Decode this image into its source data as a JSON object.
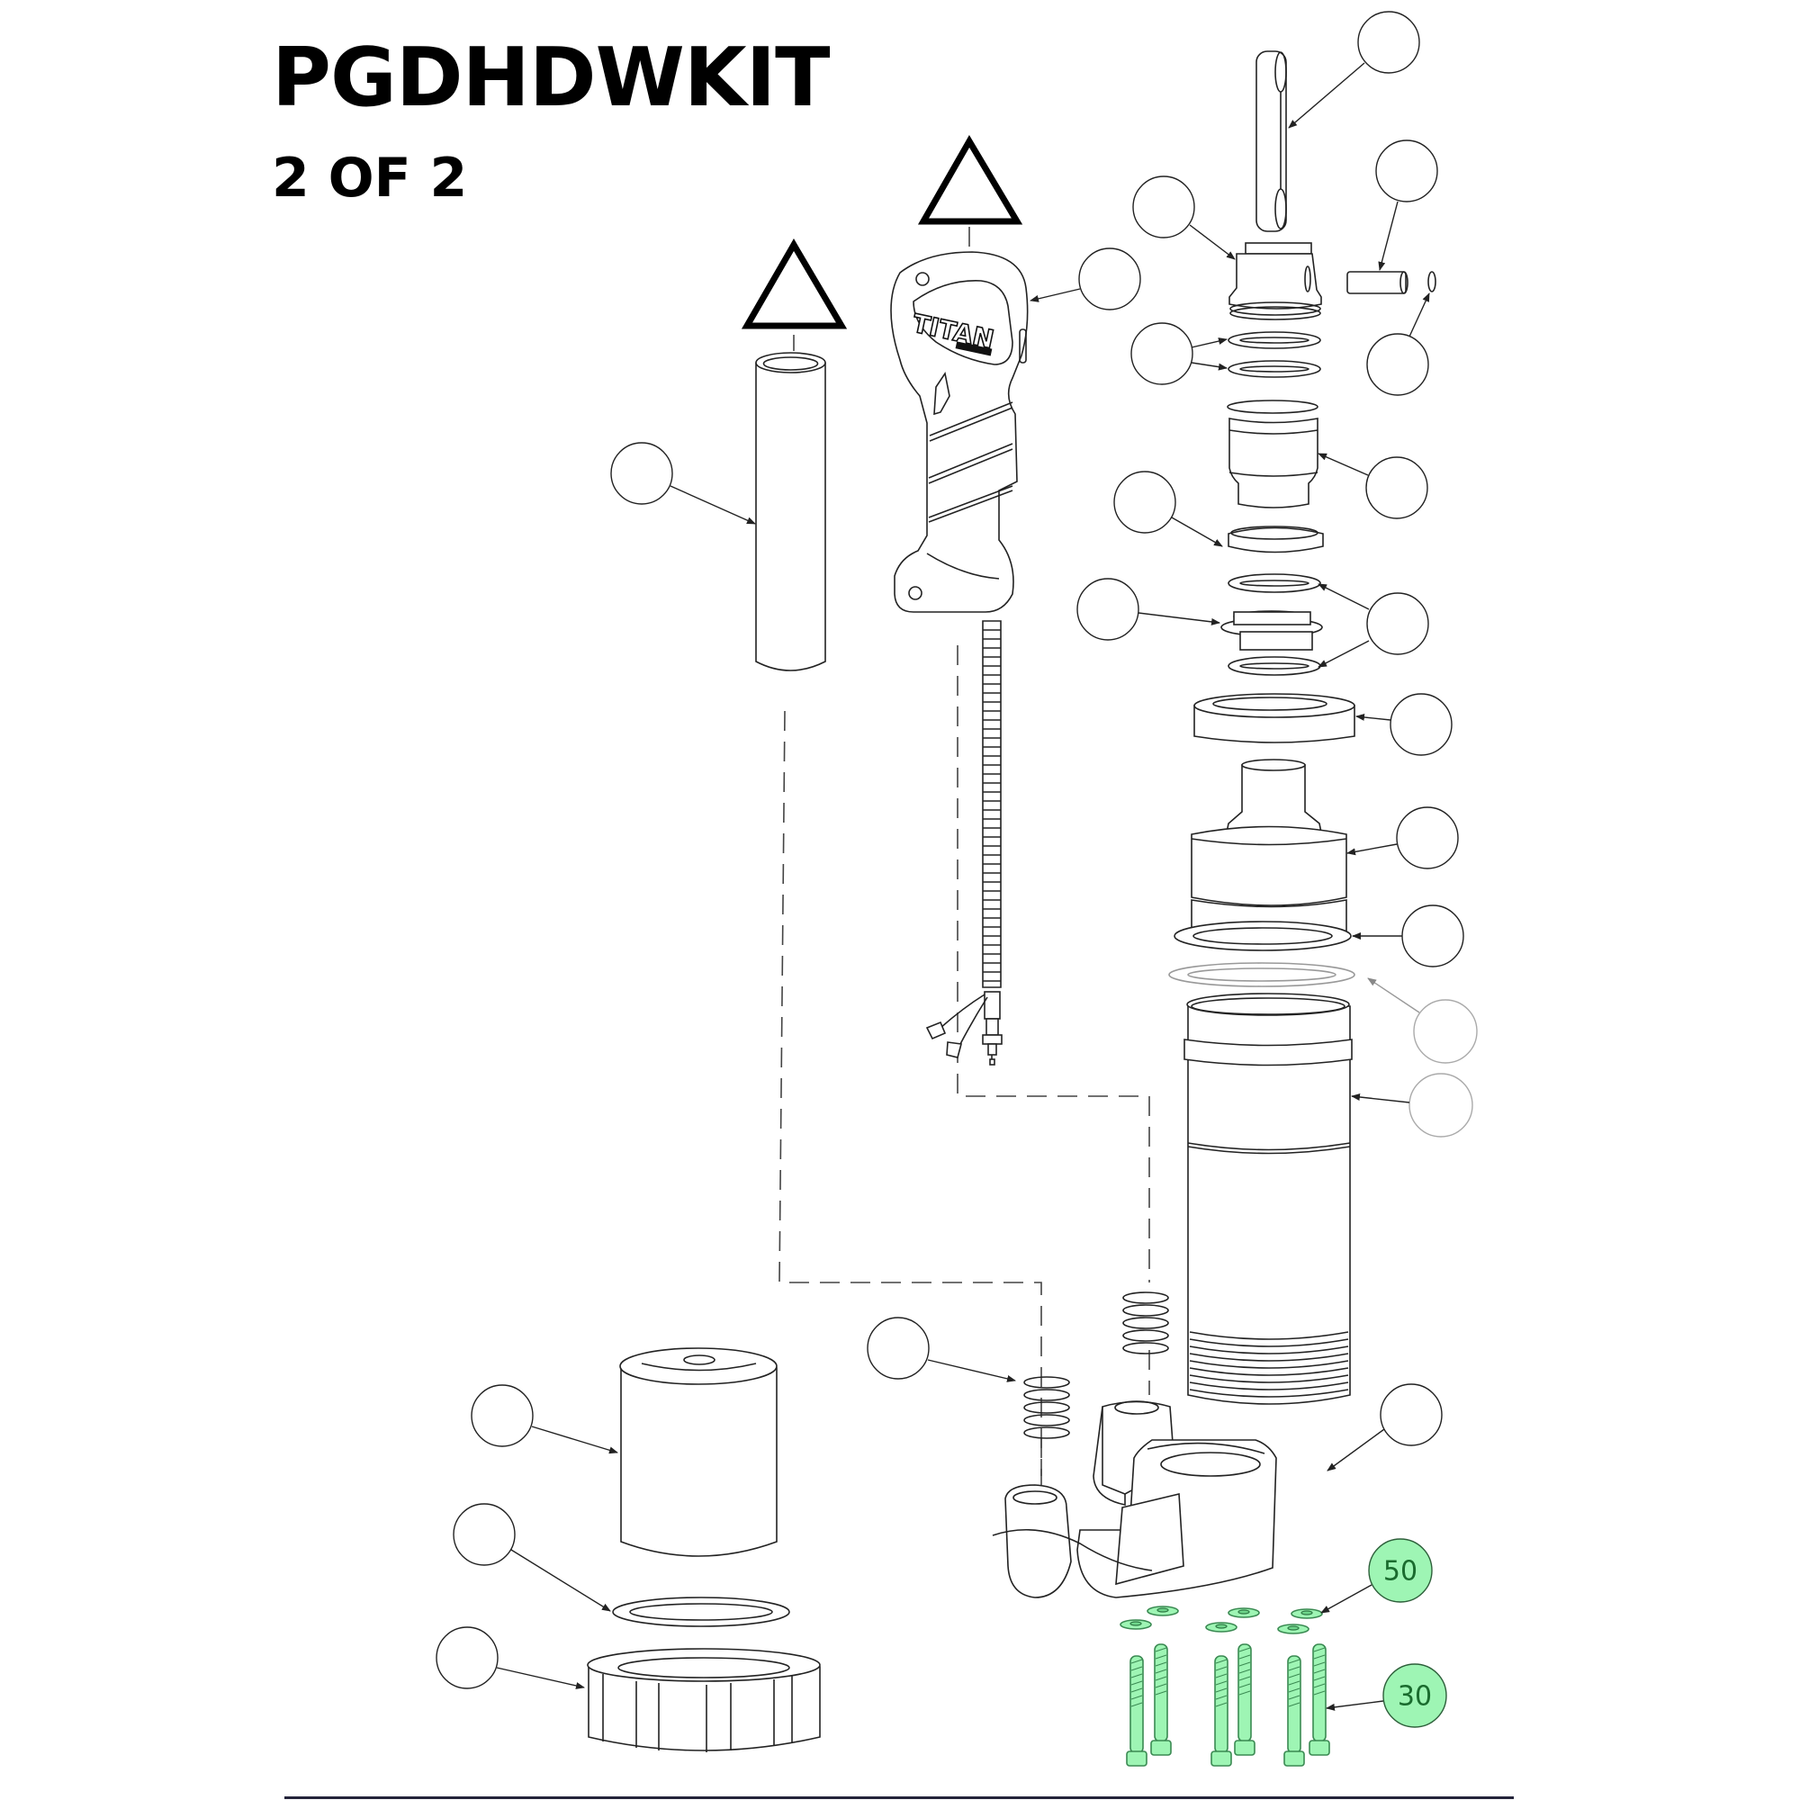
{
  "header": {
    "title": "PGDHDWKIT",
    "subtitle": "2 OF 2"
  },
  "diagram": {
    "type": "exploded-parts-diagram",
    "brand_logo_text": "TITAN",
    "colors": {
      "highlight_fill": "#9ef5b4",
      "highlight_text": "#1a6b2e",
      "line": "#222222",
      "faded_line": "#999999"
    },
    "labeled_callouts": [
      {
        "label": "50",
        "part": "washers",
        "count_shown": 6
      },
      {
        "label": "30",
        "part": "socket-head-bolts",
        "count_shown": 6
      }
    ],
    "unlabeled_callouts_count": 23,
    "warning_triangles_count": 2
  }
}
